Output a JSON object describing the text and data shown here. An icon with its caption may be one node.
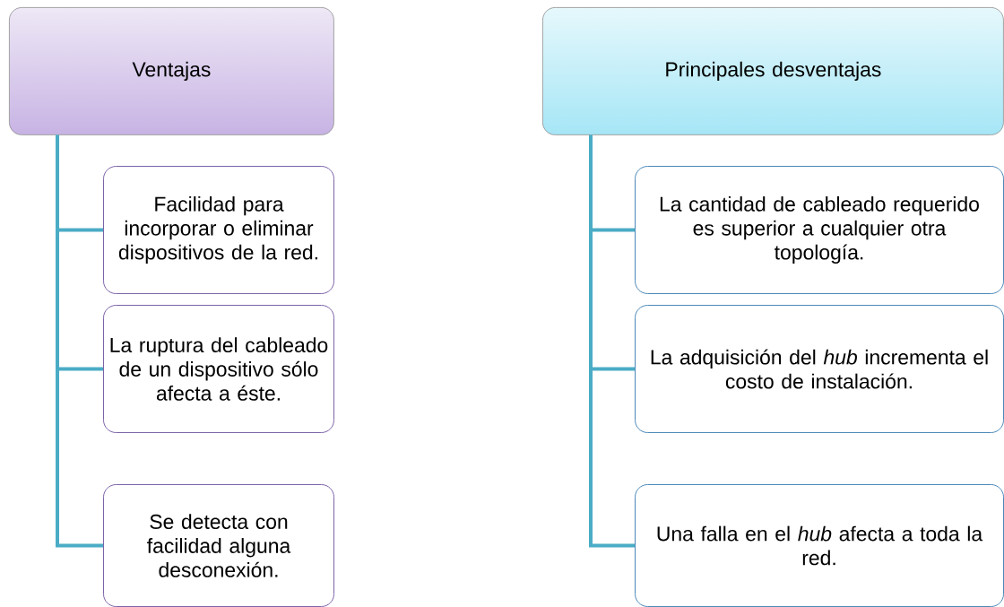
{
  "diagram": {
    "nodes": [
      {
        "text": [
          "Ventajas"
        ]
      },
      {
        "text": [
          "Facilidad para incorporar o eliminar dispositivos de la red."
        ]
      },
      {
        "text": [
          "La ruptura del cableado de un dispositivo sólo afecta a éste."
        ]
      },
      {
        "text": [
          "Se detecta con facilidad alguna desconexión."
        ]
      },
      {
        "text": [
          "Principales desventajas"
        ]
      },
      {
        "text": [
          "La cantidad de cableado requerido es superior a cualquier otra topología."
        ]
      },
      {
        "text": [
          "La adquisición del *hub* incrementa el costo de instalación."
        ]
      },
      {
        "text": [
          "Una falla en el *hub* afecta a toda la red."
        ]
      }
    ],
    "edges": [
      {
        "from": 0,
        "to": 1,
        "arrow": "none"
      },
      {
        "from": 0,
        "to": 2,
        "arrow": "none"
      },
      {
        "from": 0,
        "to": 3,
        "arrow": "none"
      },
      {
        "from": 4,
        "to": 5,
        "arrow": "none"
      },
      {
        "from": 4,
        "to": 6,
        "arrow": "none"
      },
      {
        "from": 4,
        "to": 7,
        "arrow": "none"
      }
    ]
  }
}
